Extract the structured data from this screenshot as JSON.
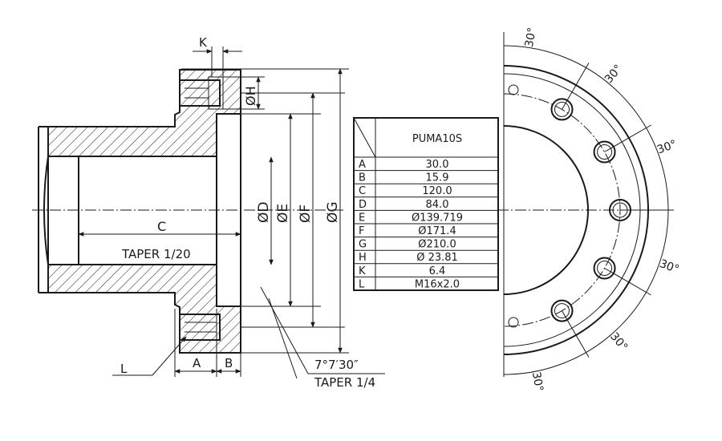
{
  "table": {
    "model": "PUMA10S",
    "rows": [
      {
        "key": "A",
        "value": "30.0"
      },
      {
        "key": "B",
        "value": "15.9"
      },
      {
        "key": "C",
        "value": "120.0"
      },
      {
        "key": "D",
        "value": "84.0"
      },
      {
        "key": "E",
        "value": "Ø139.719"
      },
      {
        "key": "F",
        "value": "Ø171.4"
      },
      {
        "key": "G",
        "value": "Ø210.0"
      },
      {
        "key": "H",
        "value": "Ø 23.81"
      },
      {
        "key": "K",
        "value": "6.4"
      },
      {
        "key": "L",
        "value": "M16x2.0"
      }
    ]
  },
  "section": {
    "dim_k": "K",
    "dim_h": "ØH",
    "dim_d": "ØD",
    "dim_e": "ØE",
    "dim_f": "ØF",
    "dim_g": "ØG",
    "dim_c": "C",
    "dim_a": "A",
    "dim_b": "B",
    "dim_l": "L",
    "taper_bore": "TAPER 1/20",
    "taper_angle": "7°7′30″",
    "taper_face": "TAPER 1/4"
  },
  "end_view": {
    "angle_labels": [
      "30°",
      "30°",
      "30°",
      "30°",
      "30°",
      "30°"
    ]
  }
}
